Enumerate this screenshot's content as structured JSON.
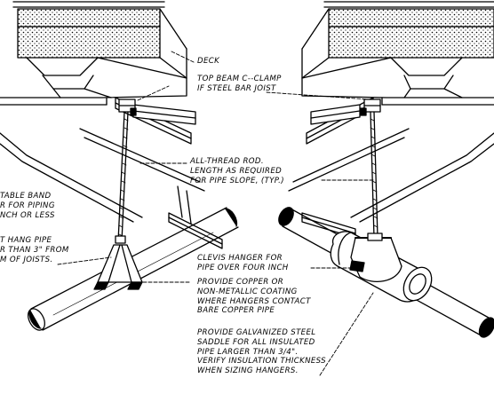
{
  "callouts": {
    "deck": [
      "DECK"
    ],
    "top_beam_clamp": [
      "TOP BEAM C--CLAMP",
      "IF STEEL BAR JOIST"
    ],
    "all_thread_rod": [
      "ALL-THREAD ROD.",
      "LENGTH AS REQUIRED",
      "FOR PIPE SLOPE, (TYP.)"
    ],
    "band_hanger": [
      "TABLE BAND",
      "R FOR PIPING",
      "NCH OR LESS"
    ],
    "hang_pipe": [
      "T HANG PIPE",
      "R THAN 3\" FROM",
      "M OF JOISTS."
    ],
    "clevis_hanger": [
      "CLEVIS HANGER FOR",
      "PIPE OVER FOUR INCH"
    ],
    "copper_coating": [
      "PROVIDE COPPER OR",
      "NON-METALLIC COATING",
      "WHERE HANGERS CONTACT",
      "BARE COPPER PIPE"
    ],
    "saddle": [
      "PROVIDE GALVANIZED STEEL",
      "SADDLE FOR ALL INSULATED",
      "PIPE LARGER THAN 3/4\".",
      "VERIFY INSULATION THICKNESS",
      "WHEN SIZING HANGERS."
    ]
  },
  "colors": {
    "line": "#000000",
    "background": "#ffffff"
  }
}
